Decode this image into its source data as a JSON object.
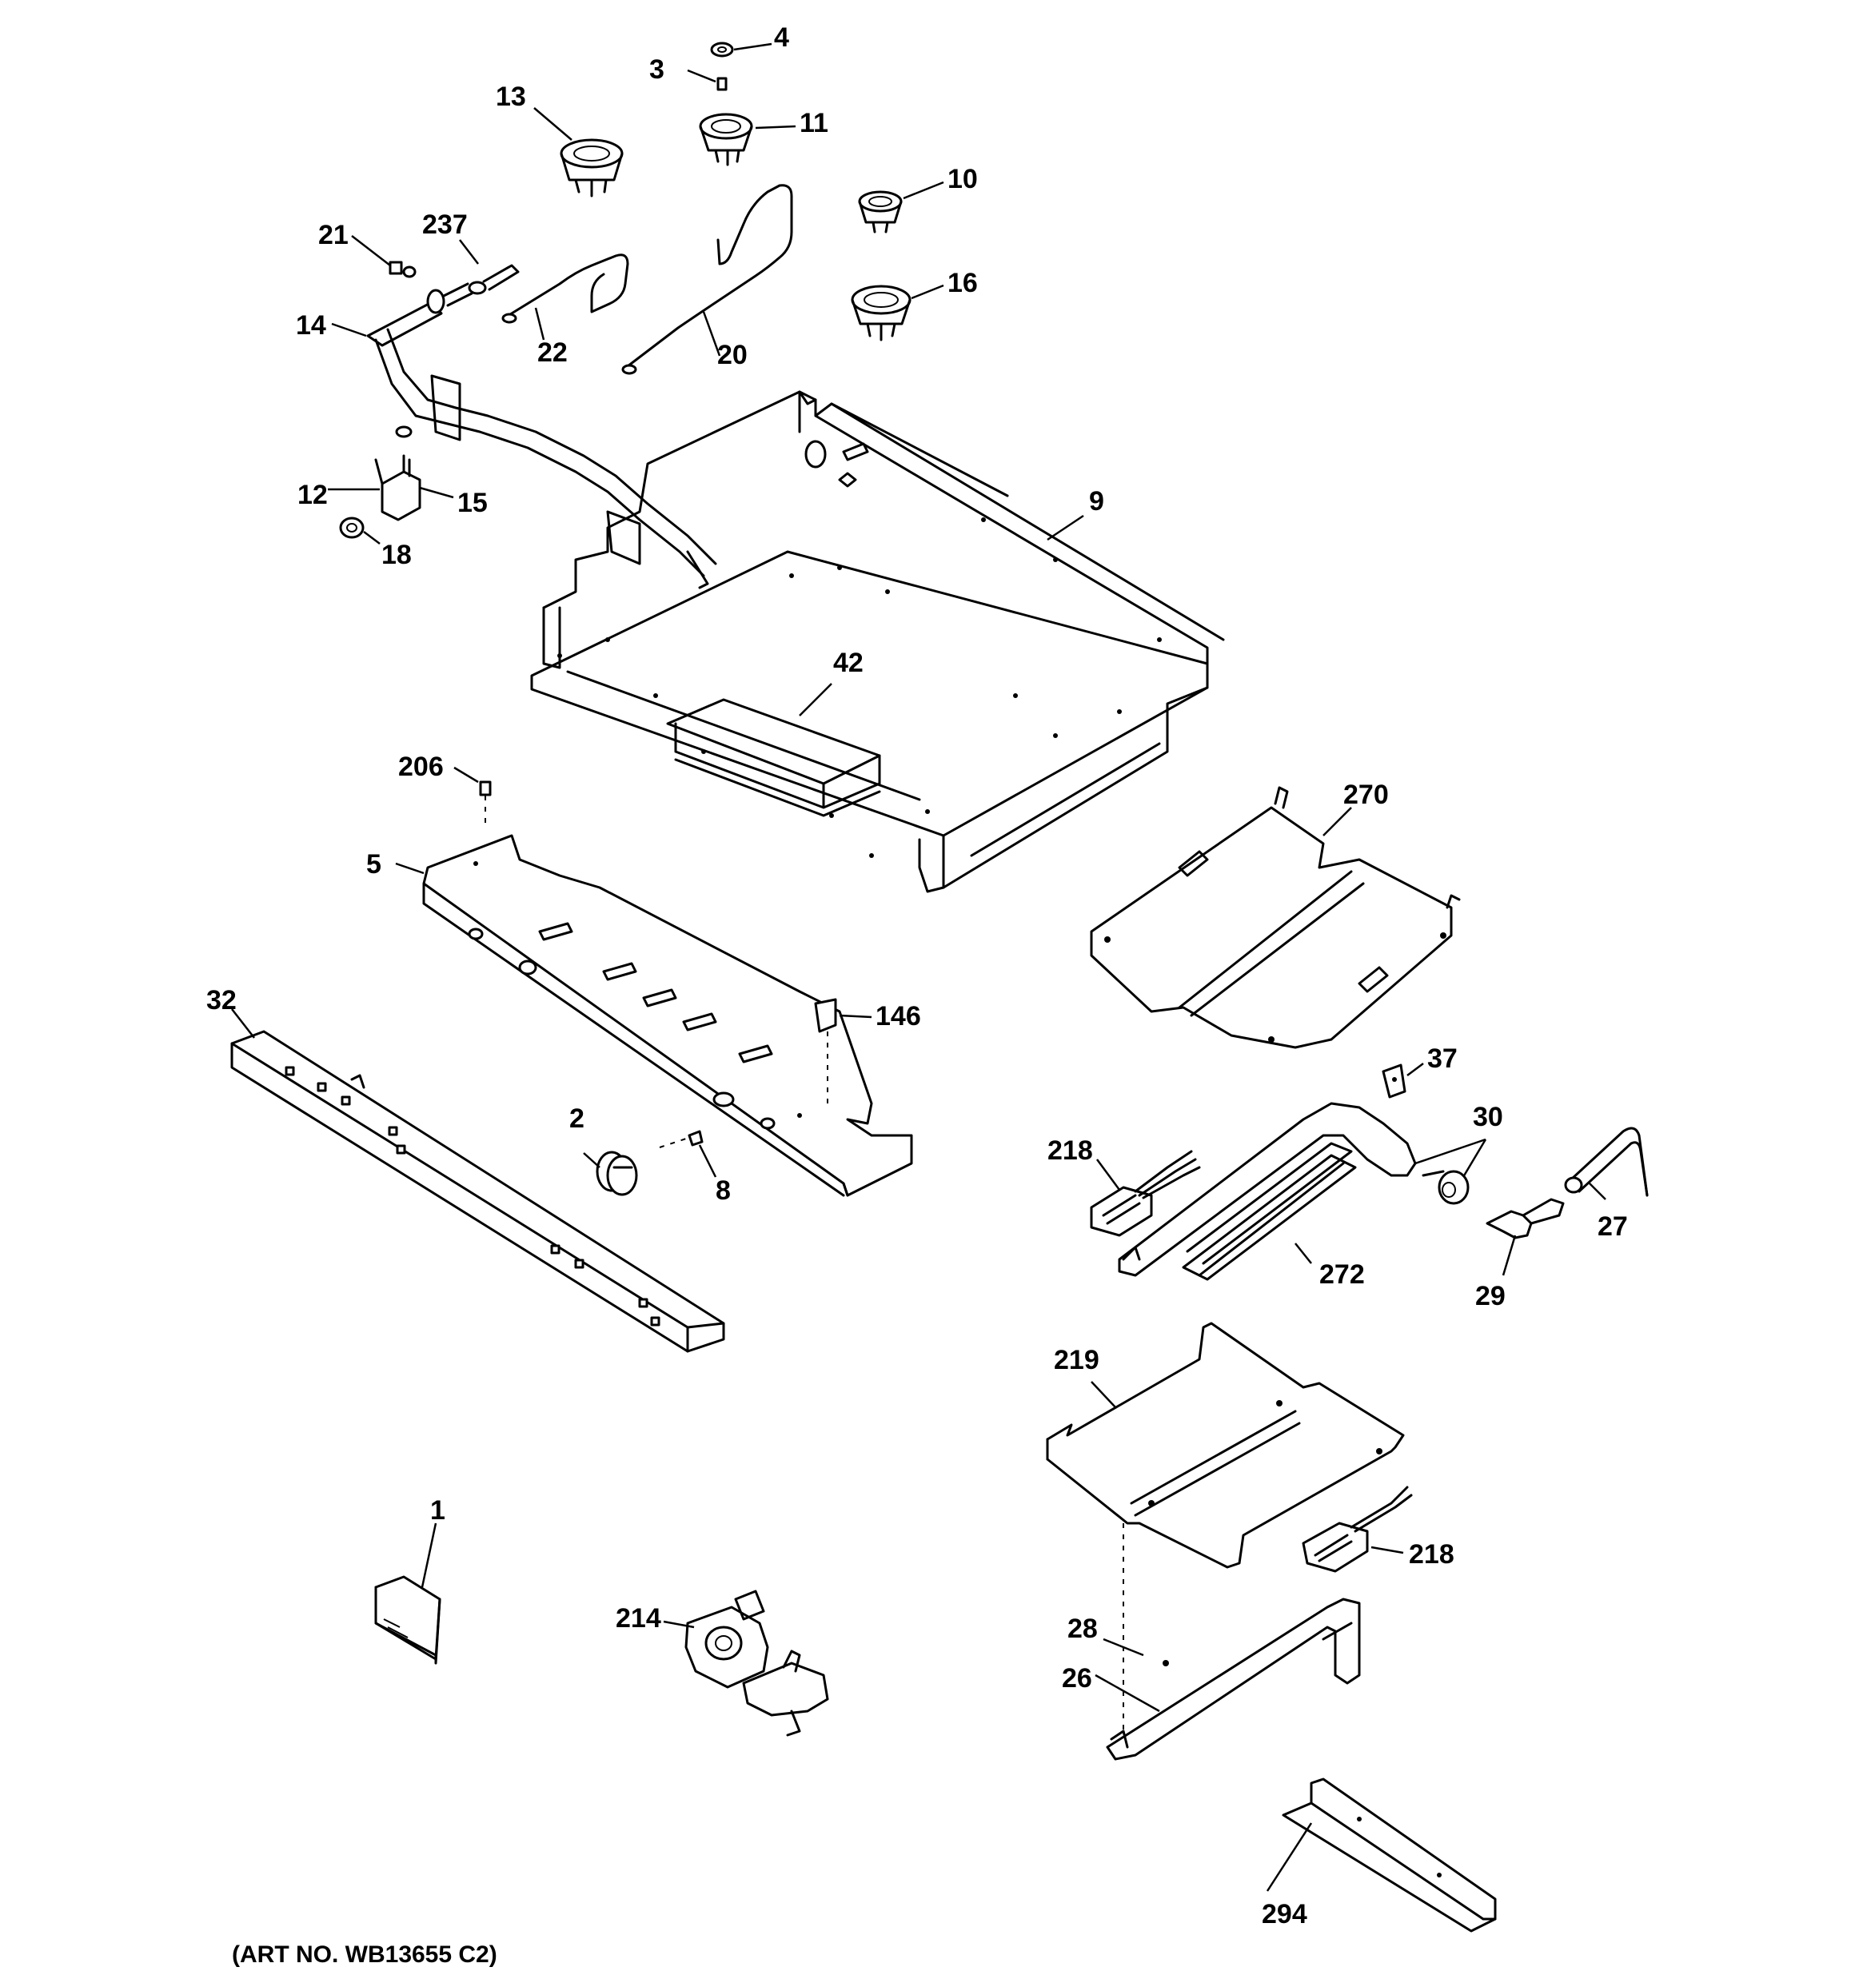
{
  "footer": {
    "art_no": "(ART NO. WB13655 C2)"
  },
  "callouts": {
    "c1": "1",
    "c2": "2",
    "c3": "3",
    "c4": "4",
    "c5": "5",
    "c8": "8",
    "c9": "9",
    "c10": "10",
    "c11": "11",
    "c12": "12",
    "c13": "13",
    "c14": "14",
    "c15": "15",
    "c16": "16",
    "c18": "18",
    "c20": "20",
    "c21": "21",
    "c22": "22",
    "c26": "26",
    "c27": "27",
    "c28": "28",
    "c29": "29",
    "c30": "30",
    "c32": "32",
    "c37": "37",
    "c42": "42",
    "c146": "146",
    "c206": "206",
    "c214": "214",
    "c218a": "218",
    "c218b": "218",
    "c219": "219",
    "c237": "237",
    "c270": "270",
    "c272": "272",
    "c294": "294"
  }
}
